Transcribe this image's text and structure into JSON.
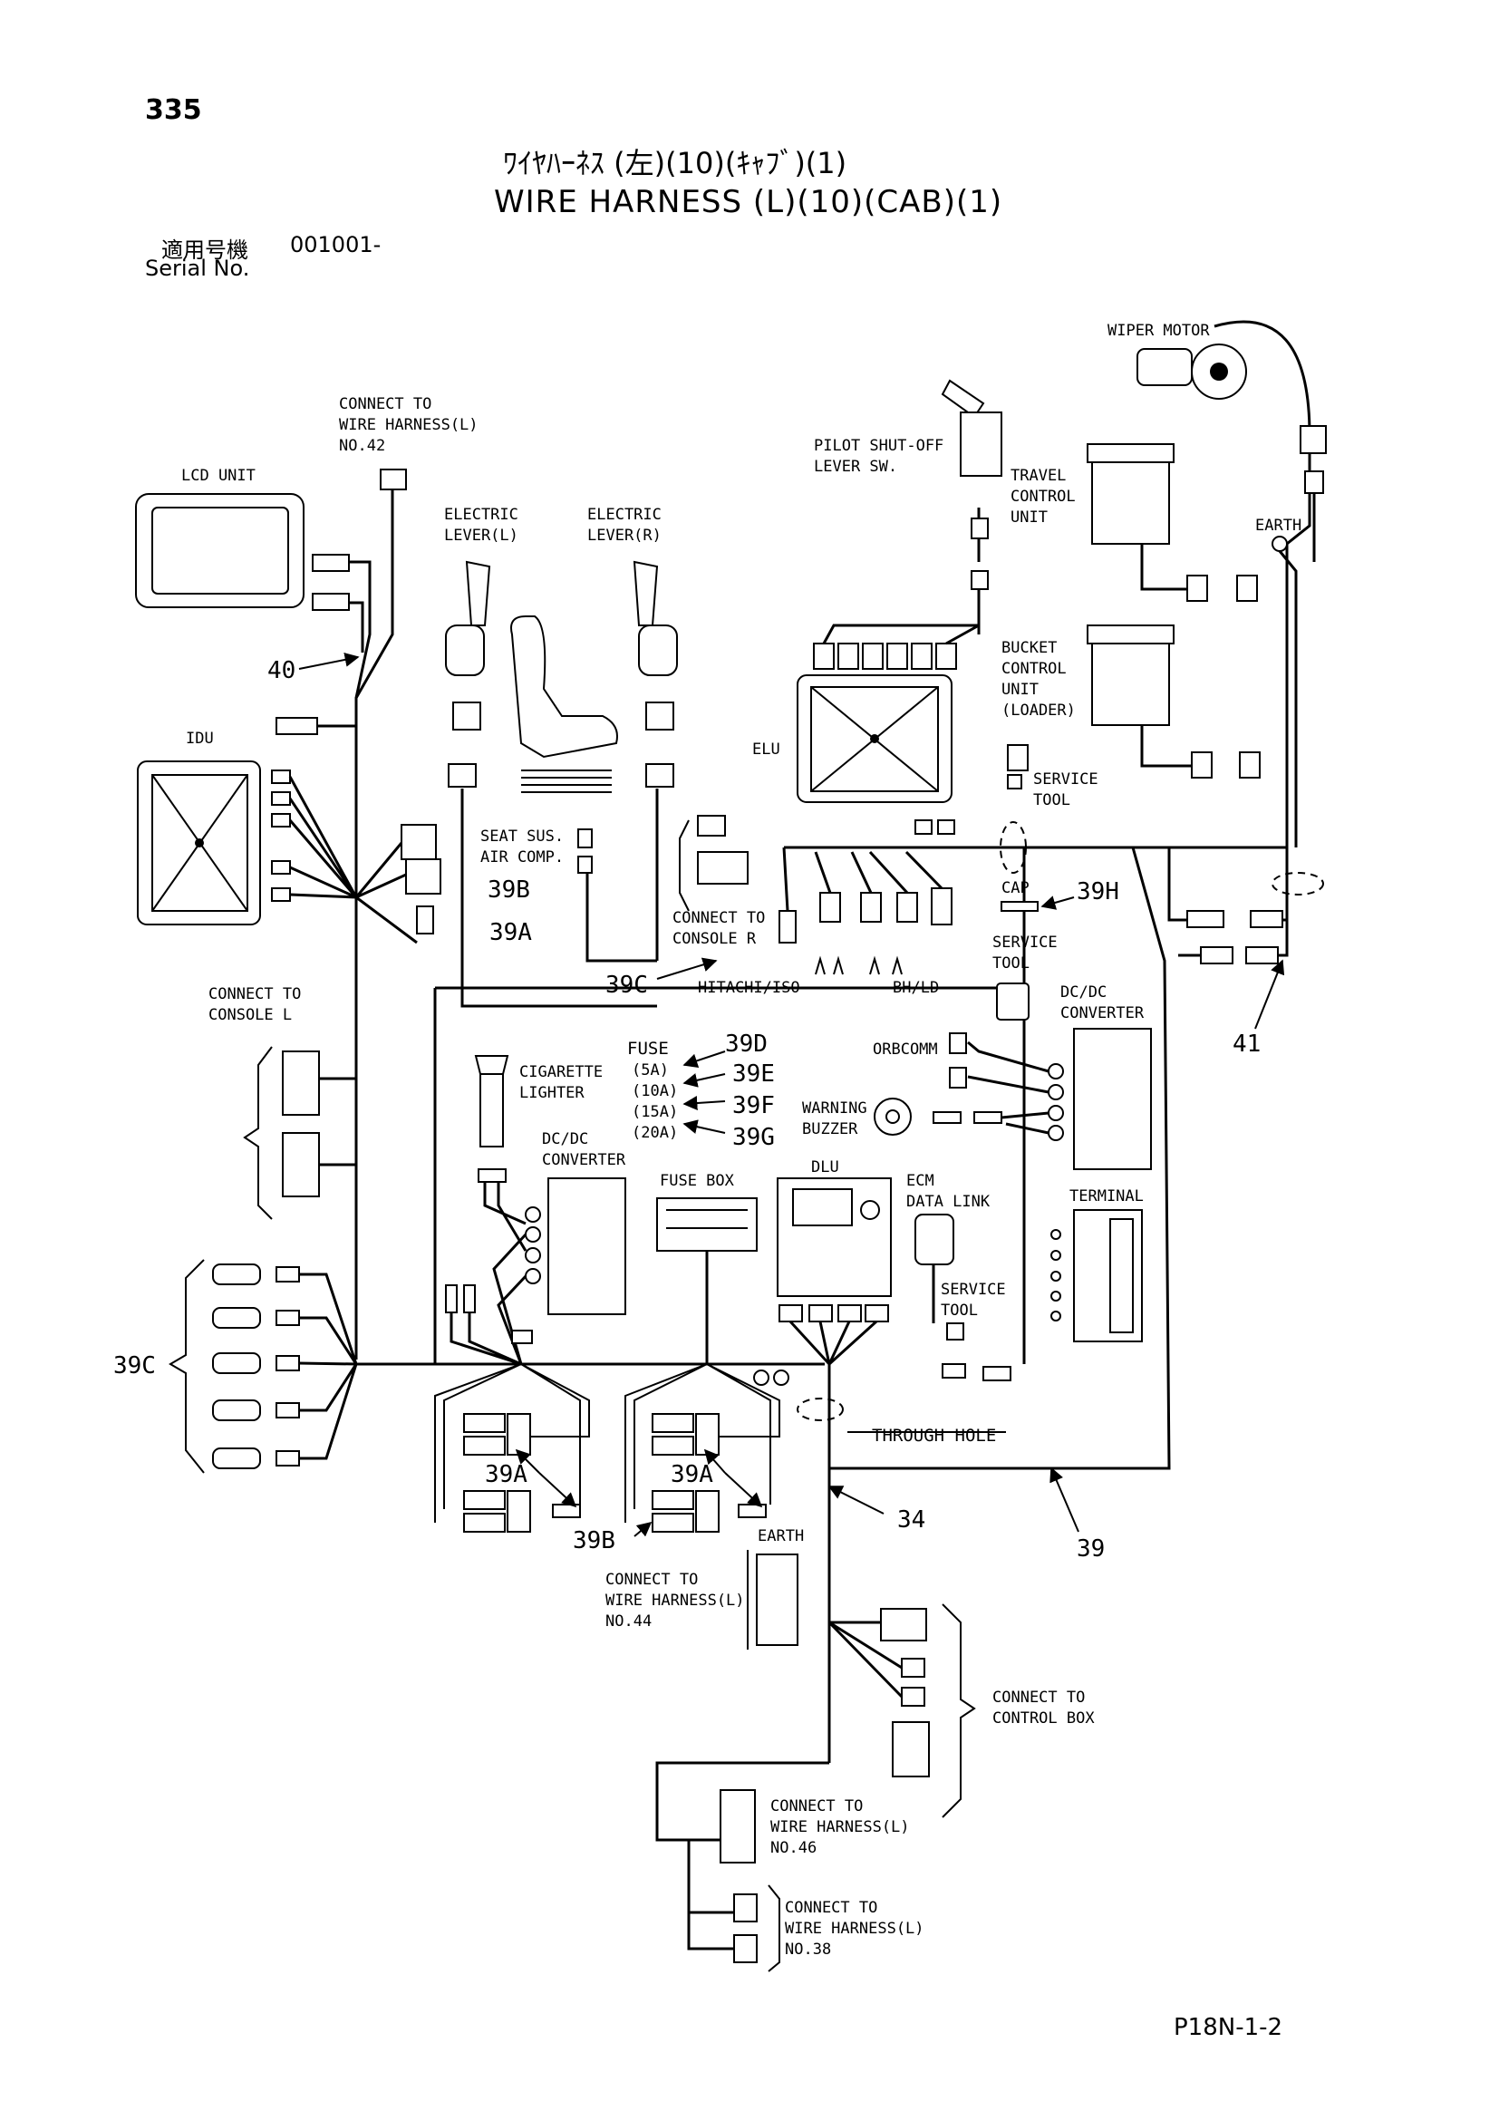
{
  "page_number": "335",
  "title_jp": "ﾜｲﾔﾊｰﾈｽ (左)(10)(ｷｬﾌﾞ)(1)",
  "title_en": "WIRE HARNESS (L)(10)(CAB)(1)",
  "serial_label_jp": "適用号機",
  "serial_value": "001001-",
  "serial_label_en": "Serial No.",
  "page_code": "P18N-1-2",
  "labels": {
    "connect_no42": [
      "CONNECT TO",
      "WIRE HARNESS(L)",
      "NO.42"
    ],
    "lcd_unit": "LCD UNIT",
    "electric_lever_l": [
      "ELECTRIC",
      "LEVER(L)"
    ],
    "electric_lever_r": [
      "ELECTRIC",
      "LEVER(R)"
    ],
    "pilot_shutoff": [
      "PILOT SHUT-OFF",
      "LEVER SW."
    ],
    "wiper_motor": "WIPER MOTOR",
    "travel_control": [
      "TRAVEL",
      "CONTROL",
      "UNIT"
    ],
    "earth_top": "EARTH",
    "bucket_control": [
      "BUCKET",
      "CONTROL",
      "UNIT",
      "(LOADER)"
    ],
    "idu": "IDU",
    "elu": "ELU",
    "service_tool_elu": [
      "SERVICE",
      "TOOL"
    ],
    "seat_sus": [
      "SEAT SUS.",
      "AIR COMP."
    ],
    "connect_console_r": [
      "CONNECT TO",
      "CONSOLE R"
    ],
    "hitachi_iso": "HITACHI/ISO",
    "bh_ld": "BH/LD",
    "cap": "CAP",
    "service_tool_dc": [
      "SERVICE",
      "TOOL"
    ],
    "dcdc_converter_r": [
      "DC/DC",
      "CONVERTER"
    ],
    "connect_console_l": [
      "CONNECT TO",
      "CONSOLE L"
    ],
    "cigarette_lighter": [
      "CIGARETTE",
      "LIGHTER"
    ],
    "fuse": "FUSE",
    "fuse_5a": "(5A)",
    "fuse_10a": "(10A)",
    "fuse_15a": "(15A)",
    "fuse_20a": "(20A)",
    "orbcomm": "ORBCOMM",
    "warning_buzzer": [
      "WARNING",
      "BUZZER"
    ],
    "dcdc_converter_l": [
      "DC/DC",
      "CONVERTER"
    ],
    "fuse_box": "FUSE BOX",
    "dlu": "DLU",
    "ecm_data_link": [
      "ECM",
      "DATA LINK"
    ],
    "terminal": "TERMINAL",
    "service_tool_ecm": [
      "SERVICE",
      "TOOL"
    ],
    "through_hole": "THROUGH HOLE",
    "earth_bottom": "EARTH",
    "connect_no44": [
      "CONNECT TO",
      "WIRE HARNESS(L)",
      "NO.44"
    ],
    "connect_control_box": [
      "CONNECT TO",
      "CONTROL BOX"
    ],
    "connect_no46": [
      "CONNECT TO",
      "WIRE HARNESS(L)",
      "NO.46"
    ],
    "connect_no38": [
      "CONNECT TO",
      "WIRE HARNESS(L)",
      "NO.38"
    ]
  },
  "callouts": {
    "c40": "40",
    "c39b_top": "39B",
    "c39a_top": "39A",
    "c39c_mid": "39C",
    "c39h": "39H",
    "c41": "41",
    "c39d": "39D",
    "c39e": "39E",
    "c39f": "39F",
    "c39g": "39G",
    "c39c_left": "39C",
    "c39a_l": "39A",
    "c39a_r": "39A",
    "c39b_bot": "39B",
    "c34": "34",
    "c39": "39"
  },
  "colors": {
    "ink": "#000000",
    "paper": "#ffffff"
  }
}
